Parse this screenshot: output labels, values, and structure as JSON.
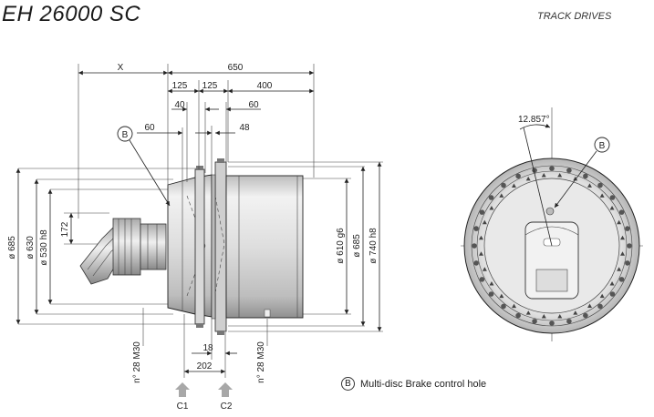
{
  "header": {
    "title": "EH 26000 SC",
    "category": "TRACK DRIVES"
  },
  "dimensions": {
    "x_label": "X",
    "overall_length": "650",
    "seg1": "125",
    "seg2": "125",
    "seg3": "400",
    "d40": "40",
    "d60_right": "60",
    "d60_left": "60",
    "d48": "48",
    "d172": "172",
    "d18": "18",
    "d202": "202",
    "angle": "12.857°"
  },
  "diameters": {
    "d685_left": "ø 685",
    "d630": "ø 630",
    "d530": "ø 530 h8",
    "d610": "ø 610 g6",
    "d685_right": "ø 685",
    "d740": "ø 740 h8"
  },
  "threads": {
    "left": "n° 28 M30",
    "right": "n° 28 M30"
  },
  "ports": {
    "c1": "C1",
    "c2": "C2"
  },
  "callouts": {
    "b_front": "B",
    "b_side": "B"
  },
  "legend": {
    "symbol": "B",
    "text": "Multi-disc Brake control hole"
  },
  "colors": {
    "line": "#222222",
    "body_light": "#e6e6e6",
    "body_dark": "#9a9a9a",
    "port_arrow": "#a8a8a8"
  }
}
